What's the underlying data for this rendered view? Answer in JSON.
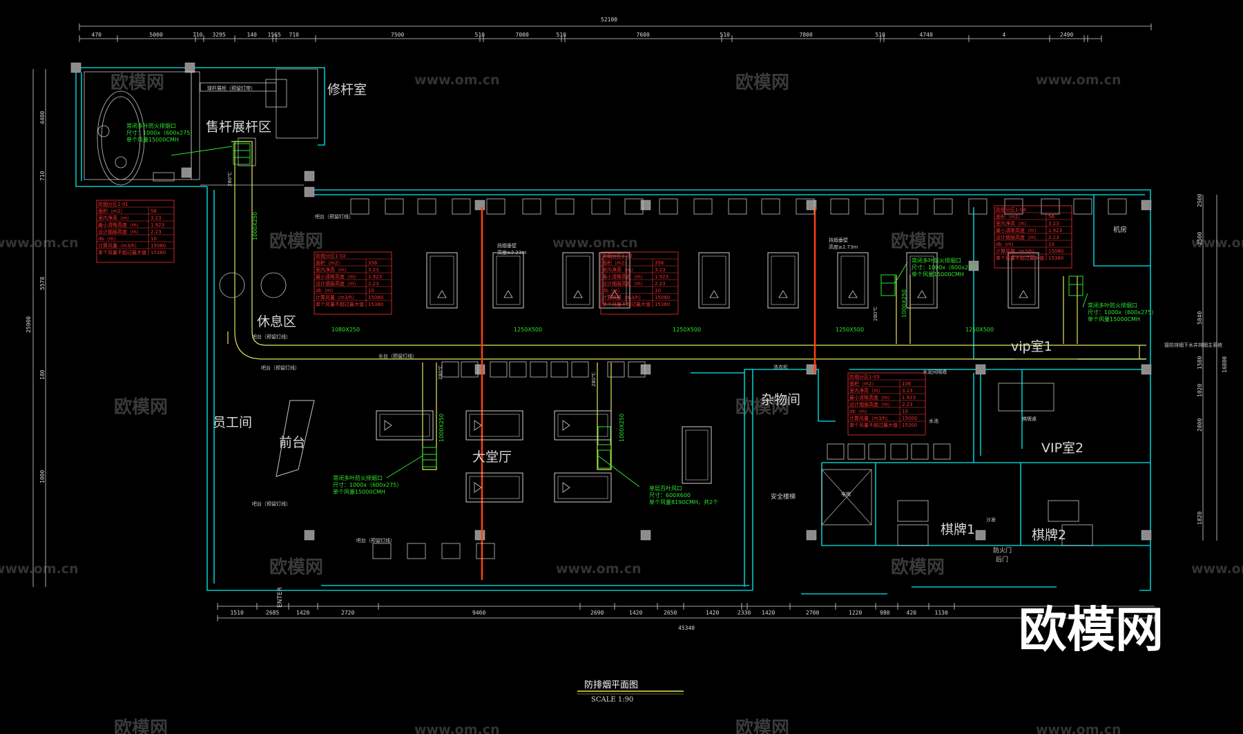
{
  "drawing": {
    "title": "防排烟平面图",
    "scale": "SCALE 1:90",
    "overall_top": "52100",
    "overall_bottom": "45340",
    "overall_left": "25900",
    "overall_right": "16800"
  },
  "top_dims": [
    "470",
    "5000",
    "710",
    "3295",
    "140",
    "1565",
    "710",
    "7500",
    "510",
    "7000",
    "510",
    "7600",
    "510",
    "7800",
    "510",
    "4740",
    "4",
    "2490"
  ],
  "bottom_dims": [
    "1510",
    "2685",
    "1420",
    "2720",
    "9460",
    "2690",
    "1420",
    "2650",
    "1420",
    "2330",
    "1420",
    "2700",
    "1220",
    "980",
    "420",
    "1130"
  ],
  "left_dims": [
    "4400",
    "710",
    "5578",
    "180",
    "1000"
  ],
  "right_dims": [
    "2500",
    "2500",
    "5840",
    "1580",
    "1020",
    "2800",
    "1820"
  ],
  "rooms": {
    "repair": "修杆室",
    "shop": "售杆展杆区",
    "lounge": "休息区",
    "staff": "员工间",
    "reception": "前台",
    "hall": "大堂厅",
    "storage": "杂物间",
    "vip1": "vip室1",
    "vip2": "VIP室2",
    "chess1": "棋牌1",
    "chess2": "棋牌2",
    "machine": "机房",
    "stairs": "安全楼梯",
    "fire_door": "防火门",
    "rear_door": "后门",
    "enter": "ENTER"
  },
  "duct_labels": {
    "d1": "1000X250",
    "d2": "1080X250",
    "d3": "1250X500",
    "d4": "1250X500",
    "d5": "1250X500",
    "d6": "1250X500",
    "d7": "1000X250",
    "d8": "1000X250",
    "d9": "1000X250",
    "t1": "280℃",
    "t2": "280℃",
    "t3": "280℃",
    "t4": "280℃"
  },
  "vent_notes": [
    [
      "常闭多叶防火排烟口",
      "尺寸：1000x（600x275）",
      "单个风量15000CMH"
    ],
    [
      "常闭多叶防火排烟口",
      "尺寸：1000x（600x275）",
      "单个风量15000CMH"
    ],
    [
      "常闭多叶防火排烟口",
      "尺寸：1000x（600x275）",
      "单个风量15000CMH"
    ],
    [
      "常闭多叶防火排烟口",
      "尺寸：1000x（600x275）",
      "单个风量15000CMH"
    ],
    [
      "单层百叶风口",
      "尺寸：600X600",
      "单个风量8190CMH，共2个"
    ]
  ],
  "smoke_tables": [
    [
      "防烟分区1-01",
      "56",
      "3.23",
      "1.923",
      "2.23",
      "10",
      "15080",
      "15380"
    ],
    [
      "防烟分区1-02",
      "356",
      "3.23",
      "1.923",
      "2.23",
      "10",
      "15080",
      "15380"
    ],
    [
      "防烟分区1-02",
      "356",
      "3.23",
      "1.923",
      "2.23",
      "10",
      "15080",
      "15380"
    ],
    [
      "防烟分区1-04",
      "56",
      "3.23",
      "1.923",
      "2.23",
      "10",
      "15080",
      "15380"
    ],
    [
      "防烟分区1-03",
      "106",
      "3.23",
      "1.923",
      "2.23",
      "10",
      "15000",
      "15300"
    ]
  ],
  "smoke_table_row_labels": [
    "面积（m2）",
    "室内净高（m）",
    "最小清晰高度（m）",
    "设计烟层高度（m）",
    "db（m）",
    "计算风量（m3/h）",
    "单个风量不超过最大值"
  ],
  "annotations": {
    "curtain1": "挡烟垂壁",
    "curtain1b": "高度≥2.23m",
    "curtain2": "挡烟垂壁",
    "curtain2b": "高度≥2.73m",
    "riser": "接防排烟下水井排烟主系统",
    "bar_top": "吧台（预留灯线）",
    "bar_mid": "吧台（预留灯线）",
    "bar_bottom": "吧台（预留灯线）",
    "counter": "吧台（预留灯线）",
    "display": "球杆展柜（预留灯带）",
    "long_counter": "长台（预留灯线）",
    "front_counter": "吧台（预留灯线）",
    "washroom": "水泥间隔墙",
    "water": "水池",
    "cleaner": "洗衣机",
    "elevator": "电梯",
    "sofa": "沙发",
    "table_label": "棋牌桌"
  },
  "watermarks": {
    "site": "www.om.cn",
    "brand": "欧模网",
    "logo": "欧模网"
  },
  "colors": {
    "wall": "#00c8c8",
    "hatch": "#bbbbbb",
    "duct": "#e8e85a",
    "fan": "#2ee62e",
    "table_red": "#ff3030",
    "dim": "#d8d8d8",
    "curtain": "#ff4010",
    "column": "#8c8c8c"
  }
}
